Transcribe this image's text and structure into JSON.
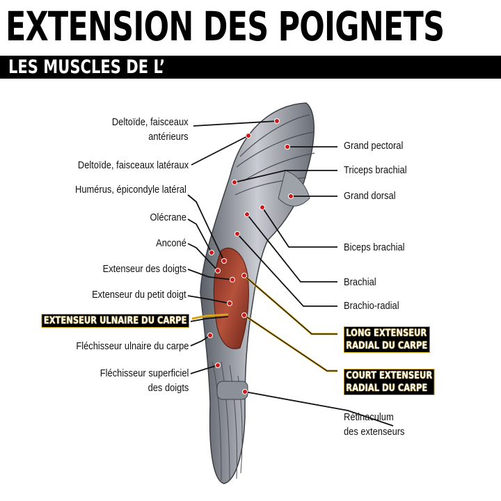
{
  "header": {
    "title": "EXTENSION DES POIGNETS",
    "subtitle": "LES MUSCLES DE L’"
  },
  "labels_left": [
    {
      "lines": [
        "Deltoïde, faisceaux",
        "antérieurs"
      ]
    },
    {
      "lines": [
        "Deltoïde, faisceaux latéraux"
      ]
    },
    {
      "lines": [
        "Humérus, épicondyle latéral"
      ]
    },
    {
      "lines": [
        "Olécrane"
      ]
    },
    {
      "lines": [
        "Anconé"
      ]
    },
    {
      "lines": [
        "Extenseur des doigts"
      ]
    },
    {
      "lines": [
        "Extenseur du petit doigt"
      ]
    },
    {
      "lines": [
        "EXTENSEUR ULNAIRE DU CARPE"
      ],
      "highlight": true
    },
    {
      "lines": [
        "Fléchisseur ulnaire du carpe"
      ]
    },
    {
      "lines": [
        "Fléchisseur superficiel",
        "des doigts"
      ]
    }
  ],
  "labels_right": [
    {
      "lines": [
        "Grand pectoral"
      ]
    },
    {
      "lines": [
        "Triceps brachial"
      ]
    },
    {
      "lines": [
        "Grand dorsal"
      ]
    },
    {
      "lines": [
        "Biceps brachial"
      ]
    },
    {
      "lines": [
        "Brachial"
      ]
    },
    {
      "lines": [
        "Brachio-radial"
      ]
    },
    {
      "lines": [
        "LONG EXTENSEUR",
        "RADIAL DU CARPE"
      ],
      "highlight": true
    },
    {
      "lines": [
        "COURT EXTENSEUR",
        "RADIAL DU CARPE"
      ],
      "highlight": true
    },
    {
      "lines": [
        "Rétinaculum",
        "des extenseurs"
      ]
    }
  ],
  "colors": {
    "highlight_border": "#d6a418",
    "marker": "#cc1a1a",
    "leader_line": "#111111"
  }
}
